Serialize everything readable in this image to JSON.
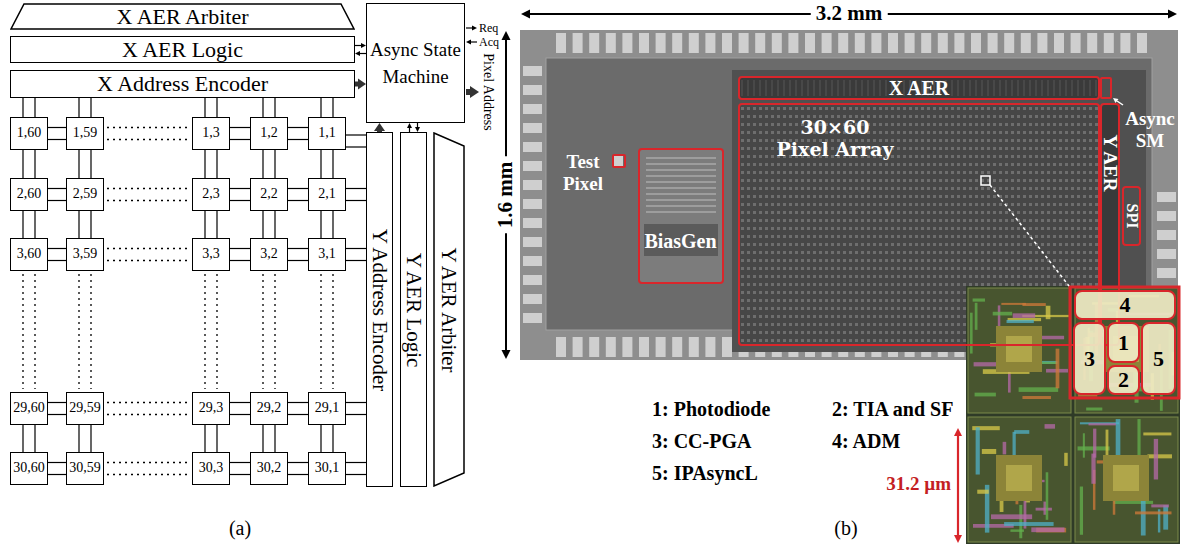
{
  "diagram": {
    "nodes": [
      {
        "text": [
          "X AER Arbiter"
        ]
      },
      {
        "text": [
          "X AER Logic"
        ]
      },
      {
        "text": [
          "X Address Encoder"
        ]
      },
      {
        "text": [
          "Async State Machine"
        ]
      },
      {
        "text": [
          "1,60"
        ]
      },
      {
        "text": [
          "1,59"
        ]
      },
      {
        "text": [
          "1,3"
        ]
      },
      {
        "text": [
          "1,2"
        ]
      },
      {
        "text": [
          "1,1"
        ]
      },
      {
        "text": [
          "2,60"
        ]
      },
      {
        "text": [
          "2,59"
        ]
      },
      {
        "text": [
          "2,3"
        ]
      },
      {
        "text": [
          "2,2"
        ]
      },
      {
        "text": [
          "2,1"
        ]
      },
      {
        "text": [
          "3,60"
        ]
      },
      {
        "text": [
          "3,59"
        ]
      },
      {
        "text": [
          "3,3"
        ]
      },
      {
        "text": [
          "3,2"
        ]
      },
      {
        "text": [
          "3,1"
        ]
      },
      {
        "text": [
          "29,60"
        ]
      },
      {
        "text": [
          "29,59"
        ]
      },
      {
        "text": [
          "29,3"
        ]
      },
      {
        "text": [
          "29,2"
        ]
      },
      {
        "text": [
          "29,1"
        ]
      },
      {
        "text": [
          "30,60"
        ]
      },
      {
        "text": [
          "30,59"
        ]
      },
      {
        "text": [
          "30,3"
        ]
      },
      {
        "text": [
          "30,2"
        ]
      },
      {
        "text": [
          "30,1"
        ]
      },
      {
        "text": [
          "Y Address Encoder"
        ]
      },
      {
        "text": [
          "Y AER Logic"
        ]
      },
      {
        "text": [
          "Y AER Arbiter"
        ]
      },
      {
        "text": [
          "Test Pixel"
        ]
      },
      {
        "text": [
          "BiasGen"
        ]
      },
      {
        "text": [
          "X AER"
        ]
      },
      {
        "text": [
          "30×60 Pixel Array"
        ]
      },
      {
        "text": [
          "Async SM"
        ]
      },
      {
        "text": [
          "Y AER"
        ]
      },
      {
        "text": [
          "SPI"
        ]
      },
      {
        "text": [
          "4"
        ]
      },
      {
        "text": [
          "3"
        ]
      },
      {
        "text": [
          "1"
        ]
      },
      {
        "text": [
          "5"
        ]
      },
      {
        "text": [
          "2"
        ]
      }
    ],
    "edges": [
      {
        "from": 1,
        "to": 3,
        "arrow": "both"
      },
      {
        "from": 2,
        "to": 3,
        "arrow": "to"
      },
      {
        "from": 29,
        "to": 3,
        "arrow": "to"
      },
      {
        "from": 30,
        "to": 3,
        "arrow": "both"
      },
      {
        "from": 4,
        "to": 5,
        "arrow": "none"
      },
      {
        "from": 6,
        "to": 7,
        "arrow": "none"
      },
      {
        "from": 7,
        "to": 8,
        "arrow": "none"
      },
      {
        "from": 9,
        "to": 10,
        "arrow": "none"
      },
      {
        "from": 11,
        "to": 12,
        "arrow": "none"
      },
      {
        "from": 12,
        "to": 13,
        "arrow": "none"
      },
      {
        "from": 14,
        "to": 15,
        "arrow": "none"
      },
      {
        "from": 16,
        "to": 17,
        "arrow": "none"
      },
      {
        "from": 17,
        "to": 18,
        "arrow": "none"
      },
      {
        "from": 19,
        "to": 20,
        "arrow": "none"
      },
      {
        "from": 21,
        "to": 22,
        "arrow": "none"
      },
      {
        "from": 22,
        "to": 23,
        "arrow": "none"
      },
      {
        "from": 24,
        "to": 25,
        "arrow": "none"
      },
      {
        "from": 26,
        "to": 27,
        "arrow": "none"
      },
      {
        "from": 27,
        "to": 28,
        "arrow": "none"
      },
      {
        "from": 4,
        "to": 9,
        "arrow": "none"
      },
      {
        "from": 9,
        "to": 14,
        "arrow": "none"
      },
      {
        "from": 19,
        "to": 24,
        "arrow": "none"
      },
      {
        "from": 5,
        "to": 10,
        "arrow": "none"
      },
      {
        "from": 10,
        "to": 15,
        "arrow": "none"
      },
      {
        "from": 20,
        "to": 25,
        "arrow": "none"
      },
      {
        "from": 6,
        "to": 11,
        "arrow": "none"
      },
      {
        "from": 11,
        "to": 16,
        "arrow": "none"
      },
      {
        "from": 21,
        "to": 26,
        "arrow": "none"
      },
      {
        "from": 7,
        "to": 12,
        "arrow": "none"
      },
      {
        "from": 12,
        "to": 17,
        "arrow": "none"
      },
      {
        "from": 22,
        "to": 27,
        "arrow": "none"
      },
      {
        "from": 8,
        "to": 13,
        "arrow": "none"
      },
      {
        "from": 13,
        "to": 18,
        "arrow": "none"
      },
      {
        "from": 23,
        "to": 28,
        "arrow": "none"
      },
      {
        "from": 4,
        "to": 2,
        "arrow": "none"
      },
      {
        "from": 5,
        "to": 2,
        "arrow": "none"
      },
      {
        "from": 6,
        "to": 2,
        "arrow": "none"
      },
      {
        "from": 7,
        "to": 2,
        "arrow": "none"
      },
      {
        "from": 8,
        "to": 2,
        "arrow": "none"
      },
      {
        "from": 8,
        "to": 29,
        "arrow": "none"
      },
      {
        "from": 13,
        "to": 29,
        "arrow": "none"
      },
      {
        "from": 18,
        "to": 29,
        "arrow": "none"
      },
      {
        "from": 23,
        "to": 29,
        "arrow": "none"
      },
      {
        "from": 28,
        "to": 29,
        "arrow": "none"
      }
    ],
    "labels": [
      "Req",
      "Acq",
      "Pixel Address",
      "(a)",
      "3.2 mm",
      "1.6 mm",
      "1: Photodiode",
      "2: TIA and SF",
      "3: CC-PGA",
      "4: ADM",
      "5: IPAsyncL",
      "31.2 µm",
      "(b)"
    ]
  }
}
